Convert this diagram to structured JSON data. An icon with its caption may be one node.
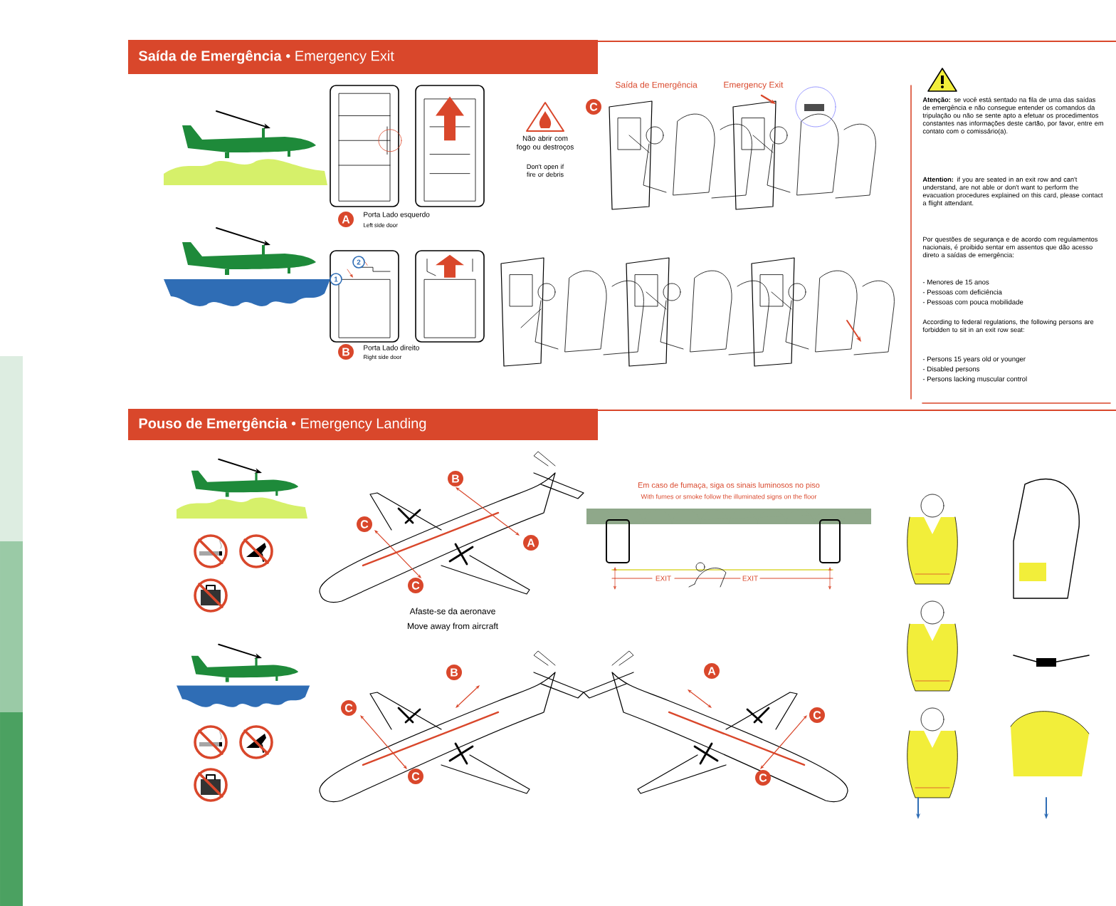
{
  "diagram": {
    "labels": [
      "**Saída de Emergência** • Emergency Exit",
      "C",
      "Saída de Emergência",
      "Emergency Exit",
      "**Atenção:** se você está sentado na fila de uma das saídas de emergência e não consegue entender os comandos da tripulação ou não se sente apto a efetuar os procedimentos constantes nas informações deste cartão, por favor, entre em contato com o comissário(a).",
      "**Attention:** if you are seated in an exit row and can't understand, are not able or don't want to perform the evacuation procedures explained on this card, please contact a flight attendant.",
      "Por questões de segurança e de acordo com regulamentos nacionais, é proibido sentar em assentos que dão acesso direto a saídas de emergência:",
      "- Menores de 15 anos",
      "- Pessoas com deficiência",
      "- Pessoas com pouca mobilidade",
      "According to federal regulations, the following persons are forbidden to sit in an exit row seat:",
      "- Persons 15 years old or younger",
      "- Disabled persons",
      "- Persons lacking muscular control",
      "Não abrir com fogo ou destroços",
      "Don't open if fire or debris",
      "A",
      "Porta Lado esquerdo",
      "Left side door",
      "2",
      "1",
      "B",
      "Porta Lado direito",
      "Right side door",
      "**Pouso de Emergência** • Emergency Landing",
      "B",
      "C",
      "A",
      "C",
      "Afaste-se da aeronave",
      "Move away from aircraft",
      "Em caso de fumaça, siga os sinais luminosos no piso",
      "With fumes or smoke follow the illuminated signs on the floor",
      "EXIT",
      "EXIT",
      "B",
      "A",
      "C",
      "C",
      "C",
      "C"
    ]
  }
}
